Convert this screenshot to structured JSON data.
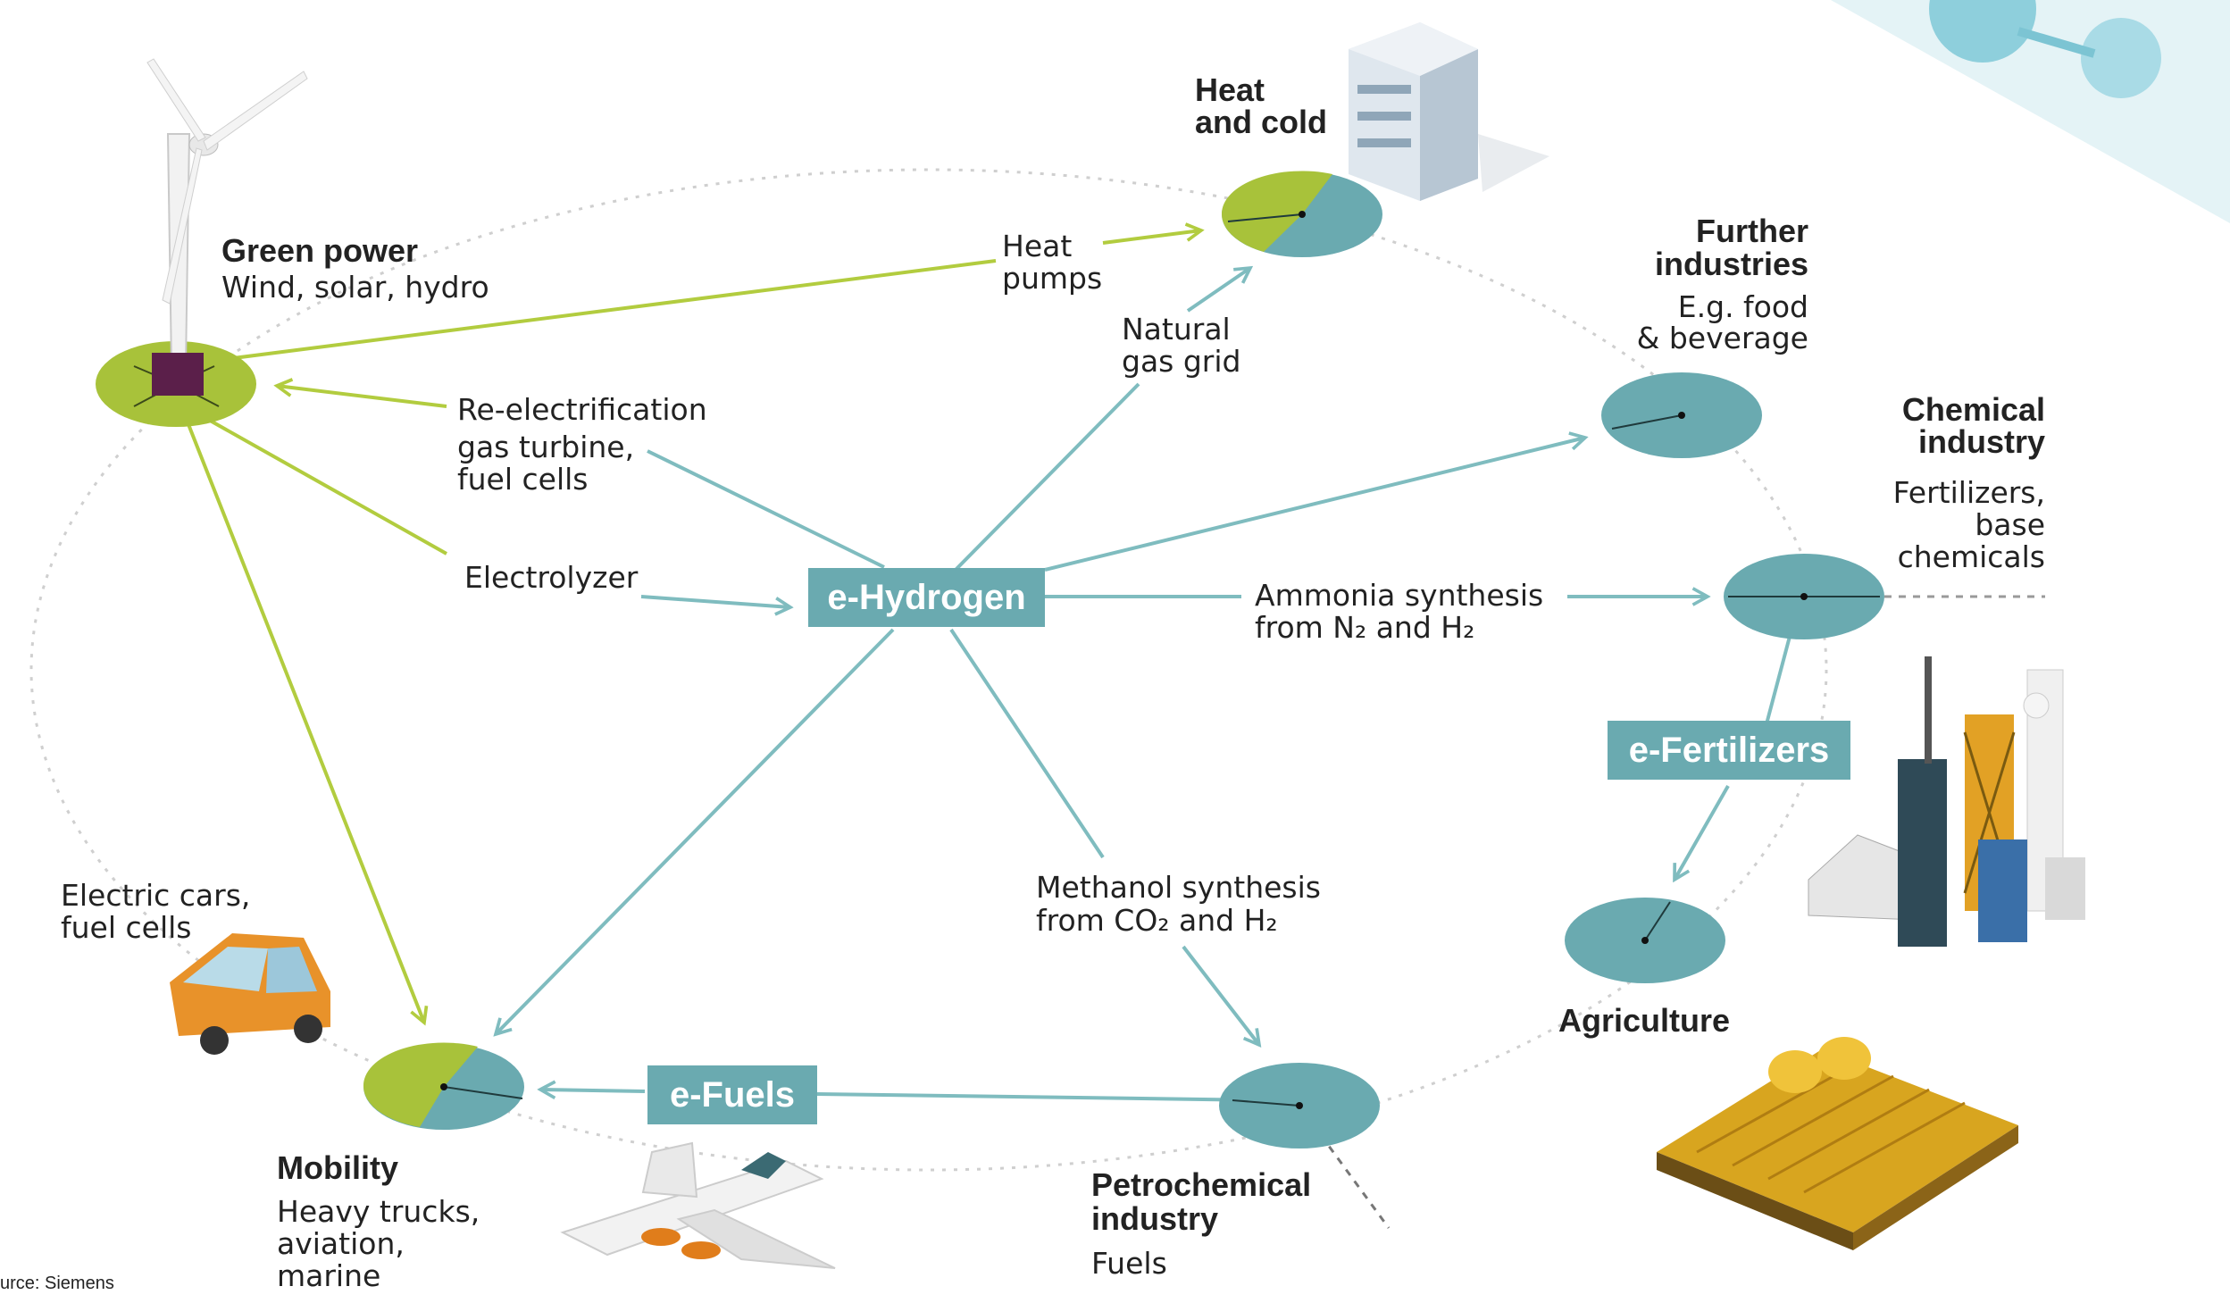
{
  "nodes": {
    "green_power": {
      "title": "Green power",
      "sub": "Wind, solar, hydro"
    },
    "heat_cold": {
      "title_lines": [
        "Heat",
        "and cold"
      ]
    },
    "further_industries": {
      "title_lines": [
        "Further",
        "industries"
      ],
      "sub_lines": [
        "E.g. food",
        "& beverage"
      ]
    },
    "chemical_industry": {
      "title_lines": [
        "Chemical",
        "industry"
      ],
      "sub_lines": [
        "Fertilizers,",
        "base",
        "chemicals"
      ]
    },
    "agriculture": {
      "title": "Agriculture"
    },
    "petrochemical": {
      "title_lines": [
        "Petrochemical",
        "industry"
      ],
      "sub": "Fuels"
    },
    "mobility": {
      "title": "Mobility",
      "sub_lines": [
        "Heavy trucks,",
        "aviation,",
        "marine"
      ]
    }
  },
  "processes": {
    "heat_pumps": [
      "Heat",
      "pumps"
    ],
    "natural_gas_grid": [
      "Natural",
      "gas grid"
    ],
    "re_electrification": [
      "Re-electrification",
      "gas turbine,",
      "fuel cells"
    ],
    "electrolyzer": "Electrolyzer",
    "ammonia_synthesis": [
      "Ammonia synthesis",
      "from N₂ and H₂"
    ],
    "methanol_synthesis": [
      "Methanol synthesis",
      "from CO₂ and H₂"
    ],
    "electric_cars": [
      "Electric cars,",
      "fuel cells"
    ]
  },
  "tags": {
    "e_hydrogen": "e-Hydrogen",
    "e_fertilizers": "e-Fertilizers",
    "e_fuels": "e-Fuels"
  },
  "source": "urce: Siemens",
  "colors": {
    "teal": "#6aaab0",
    "green": "#a8c23a",
    "teal_line": "#7fbcbf",
    "green_line": "#b2cc3f"
  },
  "icons": [
    "wind-turbine-icon",
    "office-building-icon",
    "electric-car-icon",
    "airplane-icon",
    "chemical-plant-icon",
    "hay-field-icon",
    "molecule-icon"
  ]
}
